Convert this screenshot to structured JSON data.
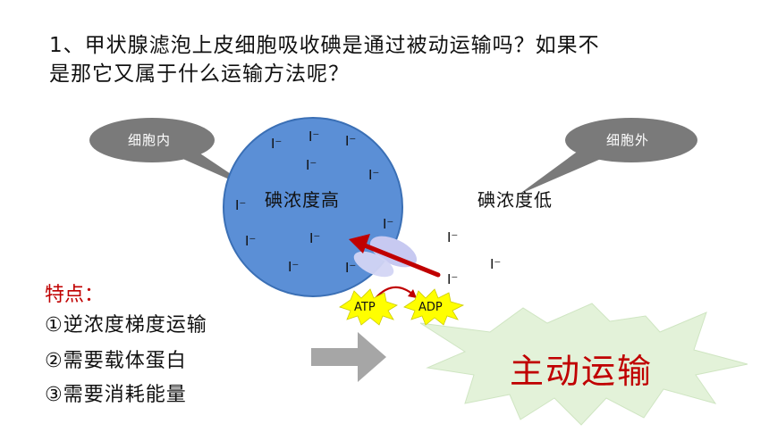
{
  "question": {
    "line1": "1、甲状腺滤泡上皮细胞吸收碘是通过被动运输吗？如果不",
    "line2": "是那它又属于什么运输方法呢？"
  },
  "callouts": {
    "inside": "细胞内",
    "outside": "细胞外"
  },
  "concentration": {
    "inside": "碘浓度高",
    "outside": "碘浓度低"
  },
  "ion_label": "I⁻",
  "energy": {
    "atp": "ATP",
    "adp": "ADP"
  },
  "features": {
    "title": "特点：",
    "items": [
      "①逆浓度梯度运输",
      "②需要载体蛋白",
      "③需要消耗能量"
    ]
  },
  "conclusion": "主动运输",
  "colors": {
    "cell_fill": "#5b8fd6",
    "callout_fill": "#7a7a7a",
    "arrow_red": "#c00000",
    "burst_yellow": "#ffff00",
    "burst_green": "#e3f2d9",
    "gray_arrow": "#a6a6a6"
  }
}
